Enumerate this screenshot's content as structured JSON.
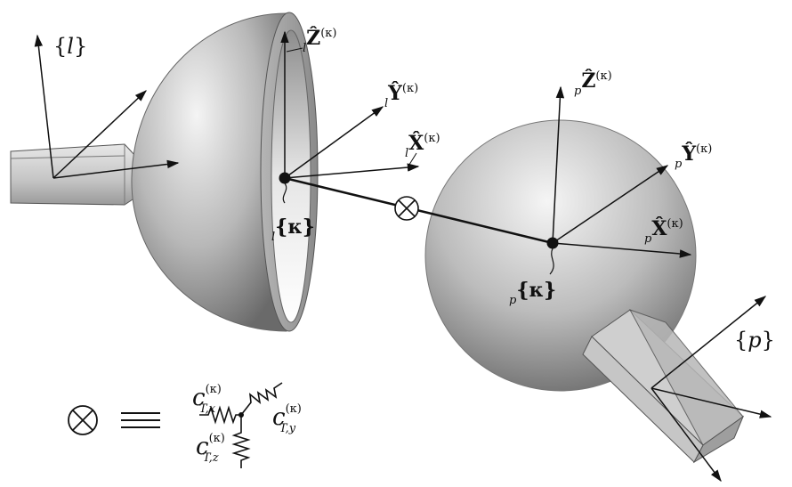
{
  "frames": {
    "l_frame": {
      "brace_open": "{",
      "symbol": "l",
      "brace_close": "}"
    },
    "p_frame": {
      "brace_open": "{",
      "symbol": "p",
      "brace_close": "}"
    }
  },
  "joint_left": {
    "sub": "l",
    "frame": "{κ}",
    "z_axis": {
      "sub": "l",
      "letter": "Ẑ",
      "sup": "(κ)"
    },
    "y_axis": {
      "sub": "l",
      "letter": "Ŷ",
      "sup": "(κ)"
    },
    "x_axis": {
      "sub": "l",
      "letter": "X̂",
      "sup": "(κ)"
    }
  },
  "joint_right": {
    "sub": "p",
    "frame": "{κ}",
    "z_axis": {
      "sub": "p",
      "letter": "Ẑ",
      "sup": "(κ)"
    },
    "y_axis": {
      "sub": "p",
      "letter": "Ŷ",
      "sup": "(κ)"
    },
    "x_axis": {
      "sub": "p",
      "letter": "X̂",
      "sup": "(κ)"
    }
  },
  "legend": {
    "equiv": "≡",
    "springs": [
      {
        "c": "c",
        "sub": "T,x",
        "sup": "(κ)"
      },
      {
        "c": "c",
        "sub": "T,y",
        "sup": "(κ)"
      },
      {
        "c": "c",
        "sub": "T,z",
        "sup": "(κ)"
      }
    ]
  },
  "colors": {
    "line": "#111111",
    "sphere_light": "#f2f2f2",
    "sphere_dark": "#6e6e6e",
    "shaft": "#cfcfcf"
  }
}
